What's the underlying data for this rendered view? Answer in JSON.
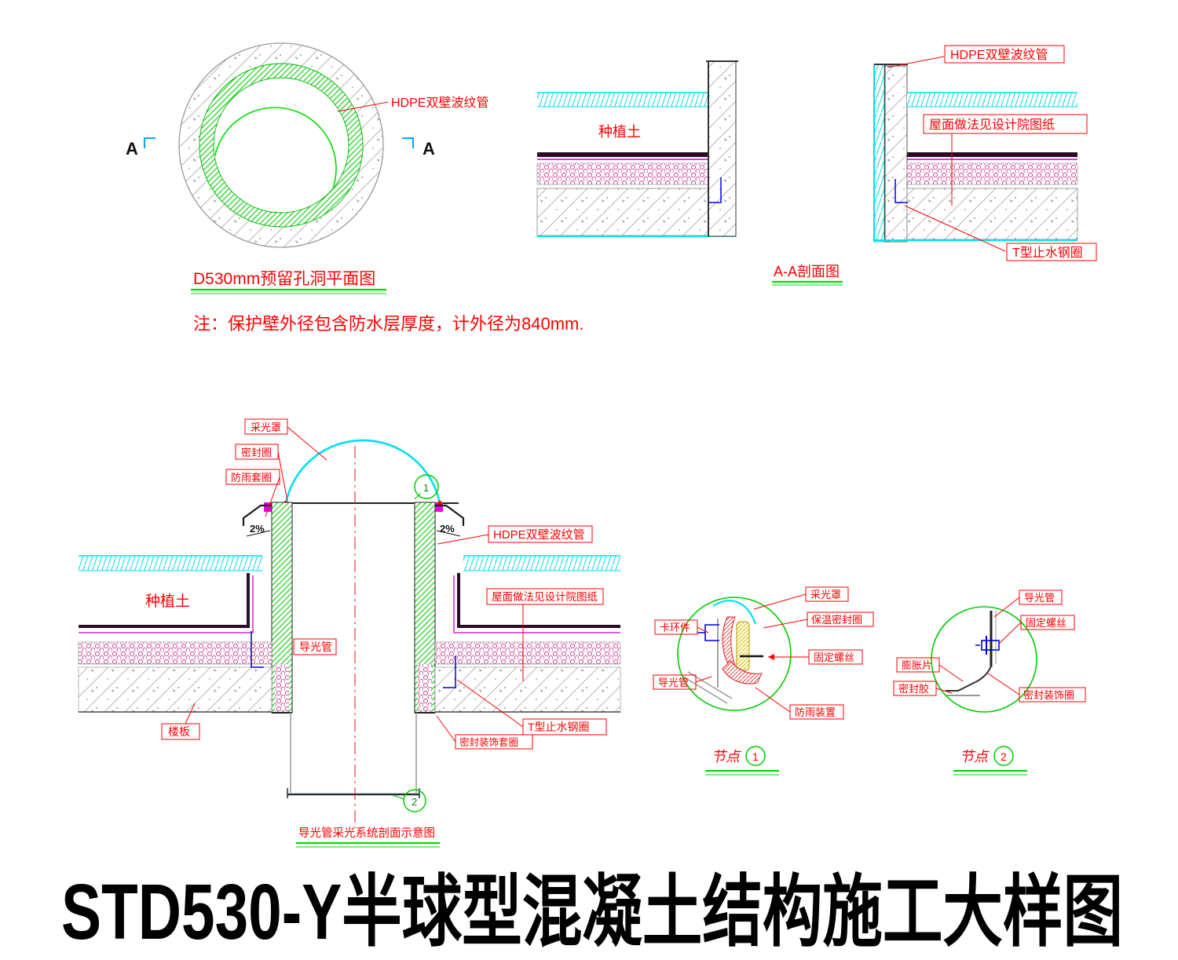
{
  "title": "STD530-Y半球型混凝土结构施工大样图",
  "note": "注：保护壁外径包含防水层厚度，计外径为840mm.",
  "colors": {
    "label_red": "#ff0000",
    "hatch_green": "#00cc00",
    "underline_green": "#00dd00",
    "water_cyan": "#00e0f0",
    "insulation_pink": "#cc3b8f",
    "bracket_blue": "#0000dd"
  },
  "plan_view": {
    "caption": "D530mm预留孔洞平面图",
    "pipe_label": "HDPE双壁波纹管",
    "section_letter_left": "A",
    "section_letter_right": "A"
  },
  "section_aa": {
    "caption": "A-A剖面图",
    "soil_label": "种植土"
  },
  "roof_edge_detail": {
    "pipe_label": "HDPE双壁波纹管",
    "roof_label": "屋面做法见设计院图纸",
    "tring_label": "T型止水钢圈"
  },
  "main_section": {
    "caption": "导光管采光系统剖面示意图",
    "dome_label": "采光罩",
    "seal_label": "密封圈",
    "rain_collar_label": "防雨套圈",
    "slope_left": "2%",
    "slope_right": "2%",
    "pipe_label": "HDPE双壁波纹管",
    "soil_label": "种植土",
    "light_tube_label": "导光管",
    "roof_label": "屋面做法见设计院图纸",
    "slab_label": "楼板",
    "tring_label": "T型止水钢圈",
    "deco_collar_label": "密封装饰套圈"
  },
  "node1": {
    "caption": "节点",
    "number": "1",
    "labels": {
      "dome": "采光罩",
      "insulation_seal": "保温密封圈",
      "clamp": "卡环件",
      "screw": "固定螺丝",
      "light_tube": "导光管",
      "rain_device": "防雨装置"
    }
  },
  "node2": {
    "caption": "节点",
    "number": "2",
    "labels": {
      "light_tube": "导光管",
      "screw": "固定螺丝",
      "expansion": "膨胀片",
      "sealant": "密封胶",
      "deco_ring": "密封装饰圈"
    }
  }
}
